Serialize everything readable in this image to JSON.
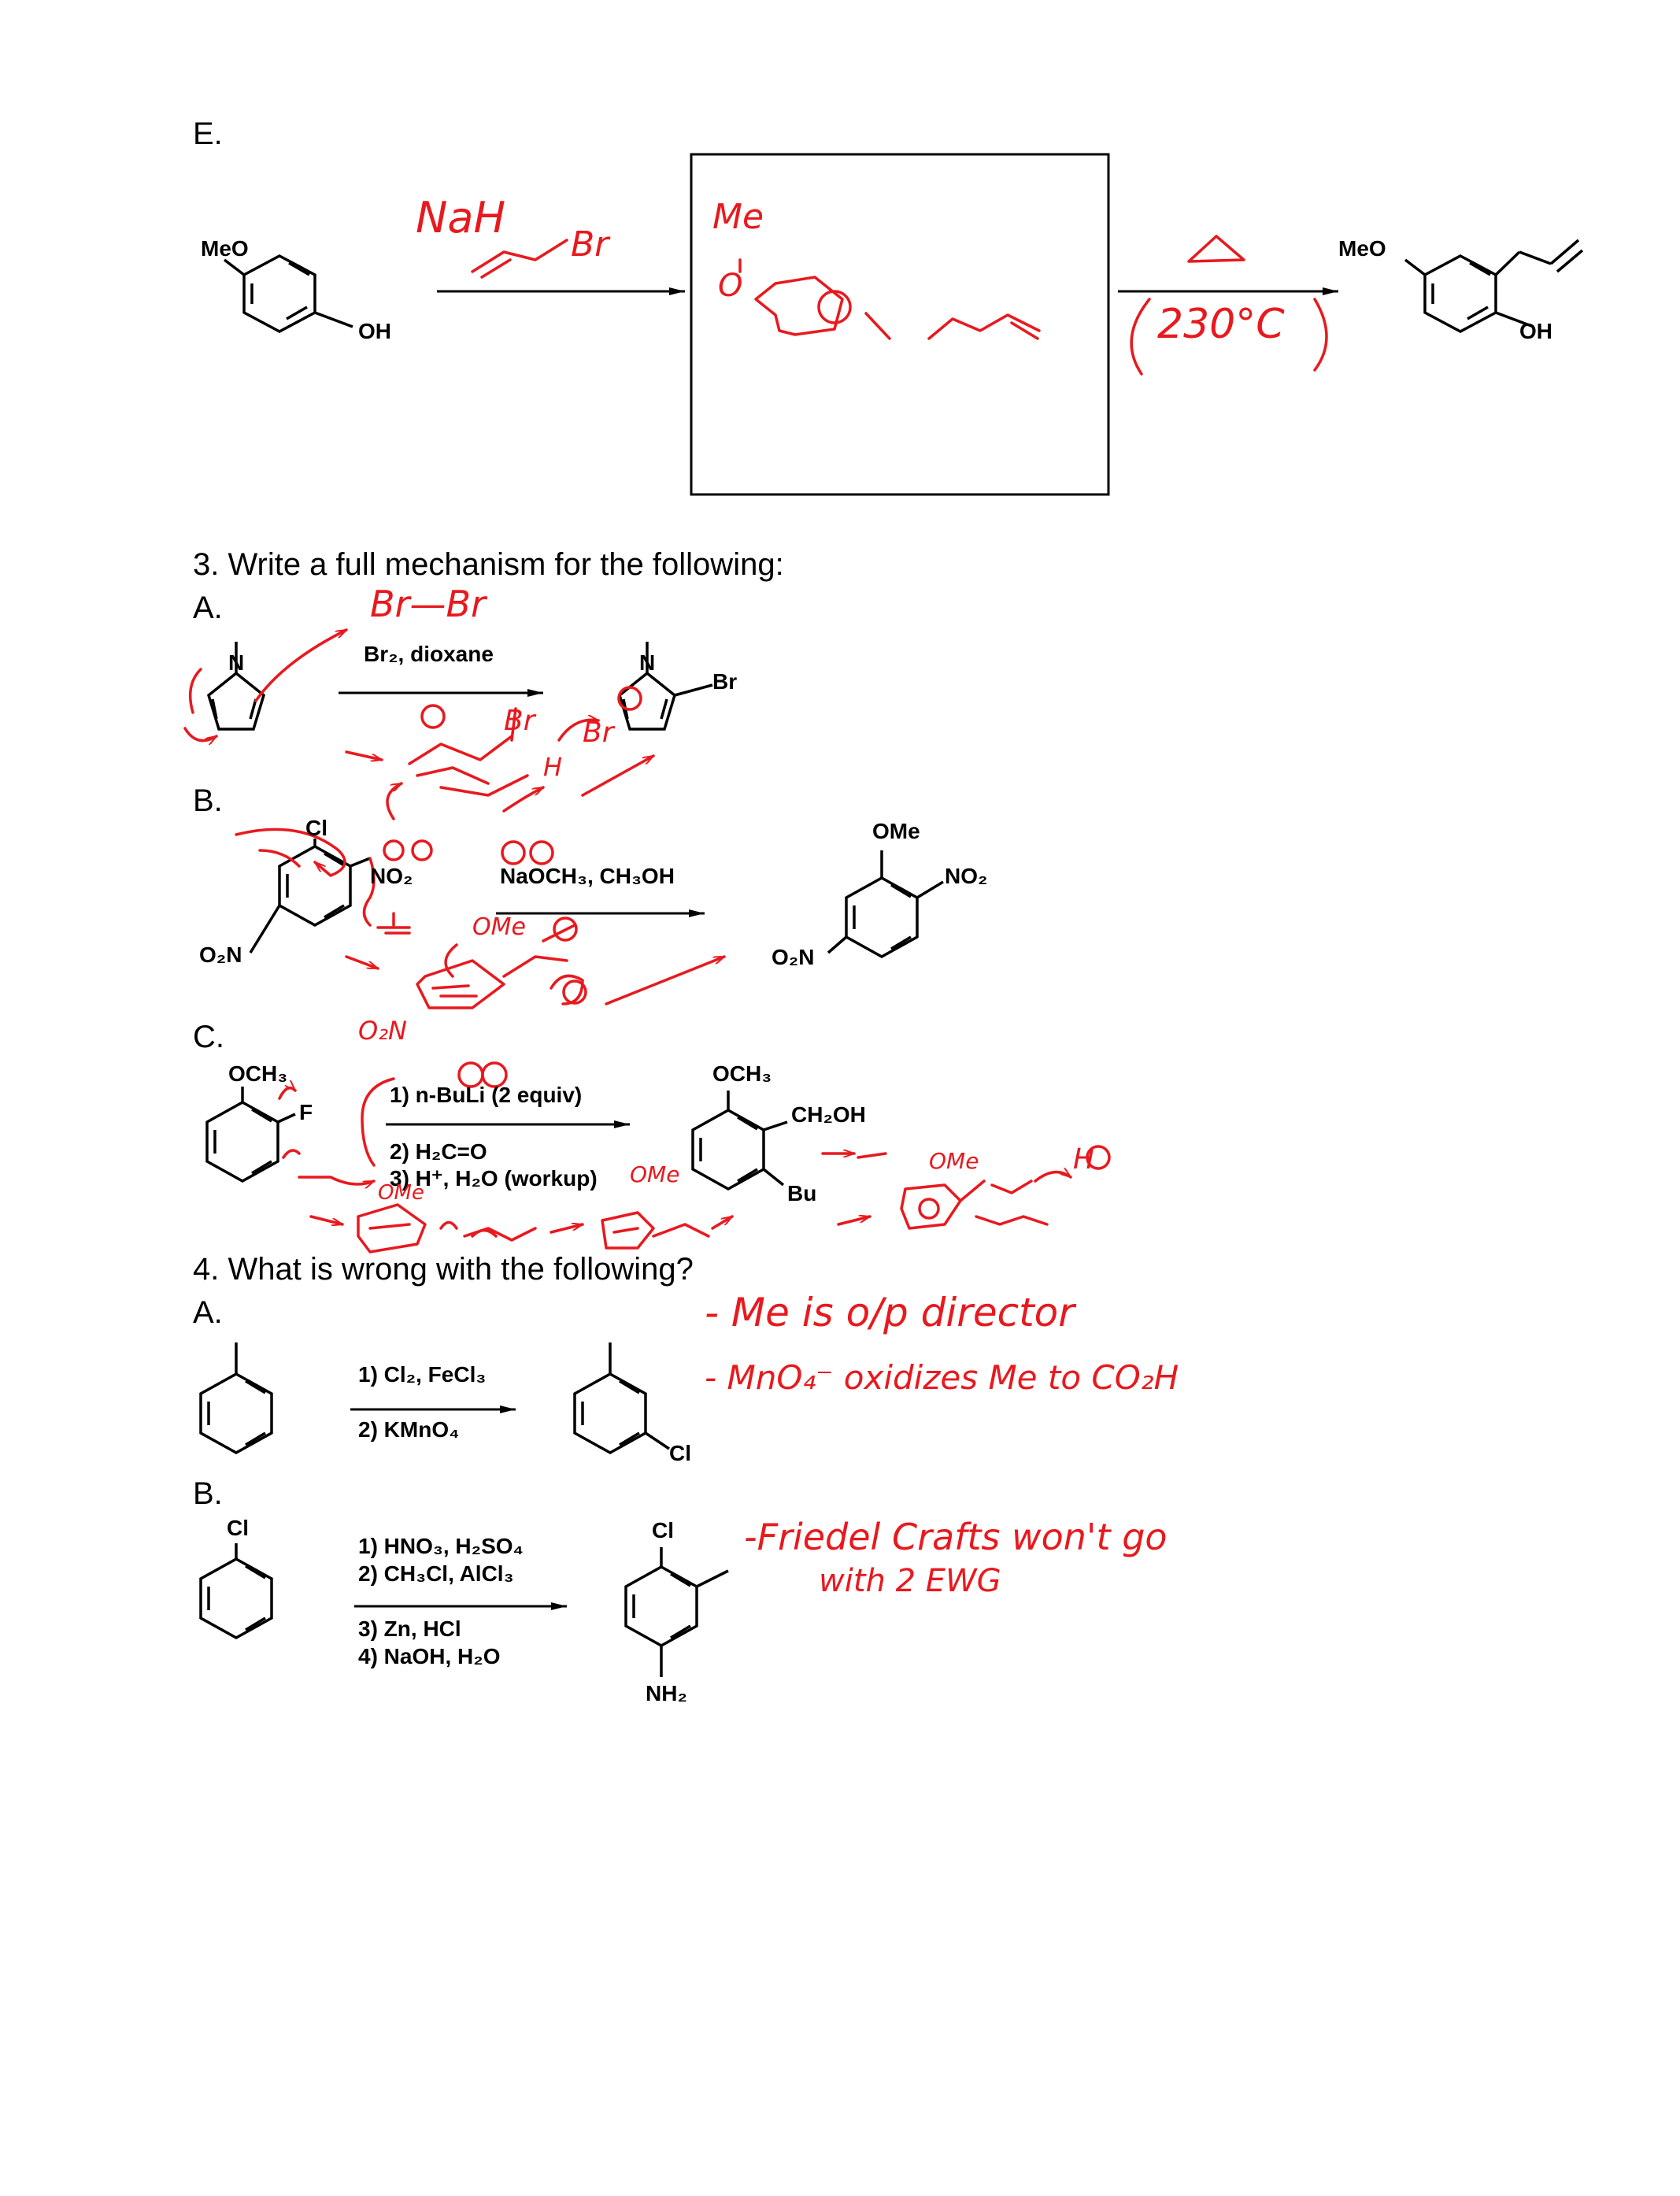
{
  "section_e": {
    "label": "E.",
    "reactant_meo": "MeO",
    "reactant_oh": "OH",
    "reagent_hand_1": "NaH",
    "reagent_hand_2": "Br",
    "box_hand_me": "Me",
    "box_hand_o": "O",
    "conditions_hand": "230°C",
    "product_meo": "MeO",
    "product_oh": "OH"
  },
  "q3": {
    "heading": "3. Write a full mechanism for the following:",
    "a": {
      "label": "A.",
      "reagent": "Br₂, dioxane",
      "hand_br2": "Br—Br",
      "reactant_n": "N",
      "product_n": "N",
      "product_br": "Br",
      "hand_int_br": "Br",
      "hand_int_br2": "Br",
      "hand_int_h": "H"
    },
    "b": {
      "label": "B.",
      "reactant_cl": "Cl",
      "reactant_no2": "NO₂",
      "reactant_o2n": "O₂N",
      "reagent": "NaOCH₃, CH₃OH",
      "product_ome": "OMe",
      "product_no2": "NO₂",
      "product_o2n": "O₂N",
      "hand_ome": "OMe",
      "hand_o2n": "O₂N"
    },
    "c": {
      "label": "C.",
      "reactant_och3": "OCH₃",
      "reactant_f": "F",
      "reagent_1": "1) n-BuLi (2 equiv)",
      "reagent_2": "2) H₂C=O",
      "reagent_3": "3) H⁺, H₂O (workup)",
      "product_och3": "OCH₃",
      "product_ch2oh": "CH₂OH",
      "product_bu": "Bu",
      "hand_ome_1": "OMe",
      "hand_ome_2": "OMe",
      "hand_ome_3": "OMe",
      "hand_h": "H"
    }
  },
  "q4": {
    "heading": "4. What is wrong with the following?",
    "a": {
      "label": "A.",
      "reagent_1": "1) Cl₂, FeCl₃",
      "reagent_2": "2) KMnO₄",
      "product_cl": "Cl",
      "note_1": "- Me is o/p director",
      "note_2": "- MnO₄⁻ oxidizes Me to CO₂H"
    },
    "b": {
      "label": "B.",
      "reactant_cl": "Cl",
      "reagent_1": "1) HNO₃, H₂SO₄",
      "reagent_2": "2) CH₃Cl, AlCl₃",
      "reagent_3": "3) Zn, HCl",
      "reagent_4": "4) NaOH, H₂O",
      "product_cl": "Cl",
      "product_nh2": "NH₂",
      "note_1": "-Friedel Crafts won't go",
      "note_2": "with 2 EWG"
    }
  }
}
